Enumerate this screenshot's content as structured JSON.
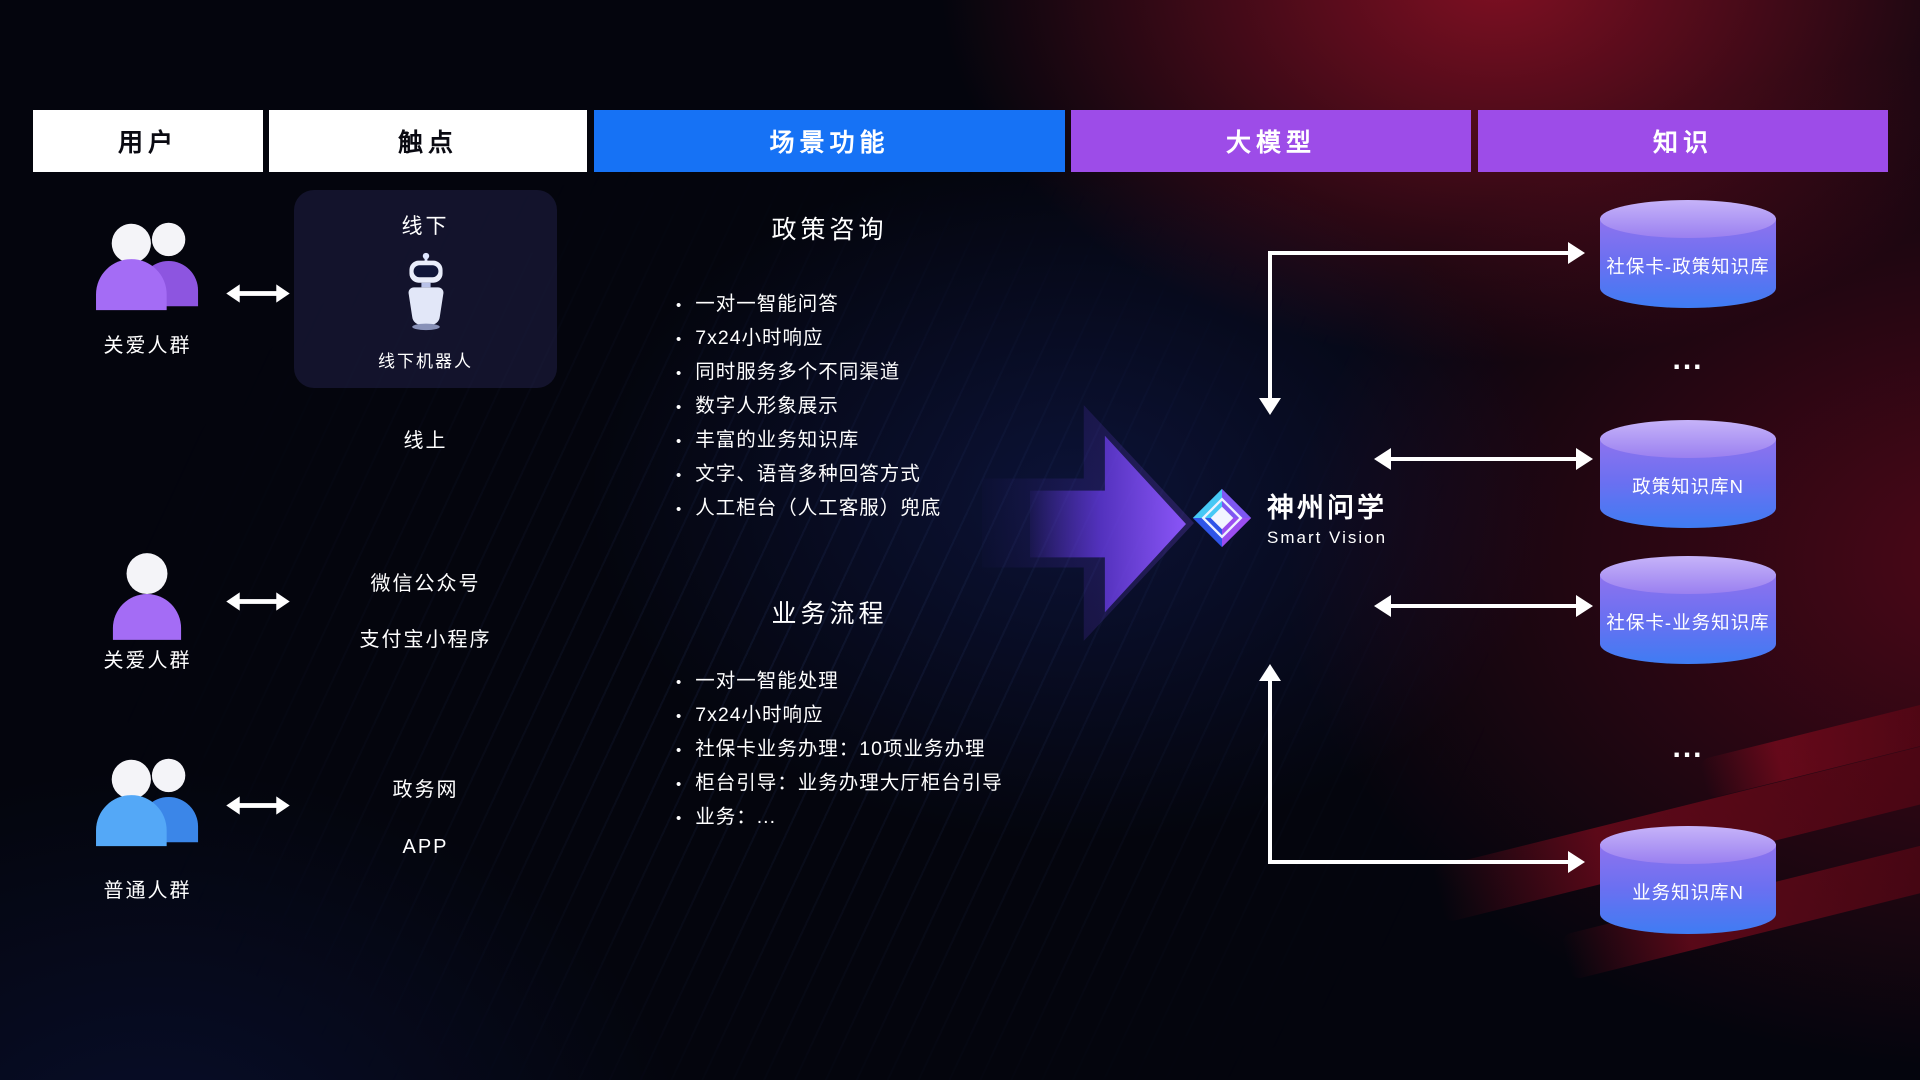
{
  "header": {
    "columns": [
      {
        "label": "用户"
      },
      {
        "label": "触点"
      },
      {
        "label": "场景功能"
      },
      {
        "label": "大模型"
      },
      {
        "label": "知识"
      }
    ]
  },
  "users": [
    {
      "label": "关爱人群",
      "icon": "group-people-purple"
    },
    {
      "label": "关爱人群",
      "icon": "person-purple"
    },
    {
      "label": "普通人群",
      "icon": "group-people-blue"
    }
  ],
  "touchpoints": {
    "offline_title": "线下",
    "offline_robot_label": "线下机器人",
    "online_label": "线上",
    "channels": [
      "微信公众号",
      "支付宝小程序",
      "政务网",
      "APP"
    ]
  },
  "scenes": [
    {
      "title": "政策咨询",
      "items": [
        "一对一智能问答",
        "7x24小时响应",
        "同时服务多个不同渠道",
        "数字人形象展示",
        "丰富的业务知识库",
        "文字、语音多种回答方式",
        "人工柜台（人工客服）兜底"
      ]
    },
    {
      "title": "业务流程",
      "items": [
        "一对一智能处理",
        "7x24小时响应",
        "社保卡业务办理：10项业务办理",
        "柜台引导：业务办理大厅柜台引导",
        "业务：..."
      ]
    }
  ],
  "model": {
    "name": "神州问学",
    "subtitle": "Smart Vision",
    "logo_icon": "diamond-gem-icon"
  },
  "knowledge": {
    "ellipsis": "...",
    "databases": [
      {
        "label": "社保卡-政策知识库"
      },
      {
        "label": "政策知识库N"
      },
      {
        "label": "社保卡-业务知识库"
      },
      {
        "label": "业务知识库N"
      }
    ]
  },
  "colors": {
    "header_blue": "#1672f5",
    "header_purple": "#9d4ce8",
    "db_top": "#b9a4f6",
    "db_body_top": "#8f73ee",
    "db_body_bottom": "#3f7cf3",
    "user_purple": "#a46cf5",
    "user_blue": "#54a8f7",
    "big_arrow_purple": "#8a55f7",
    "background_red": "#8c0a1e",
    "connector_white": "#ffffff"
  }
}
